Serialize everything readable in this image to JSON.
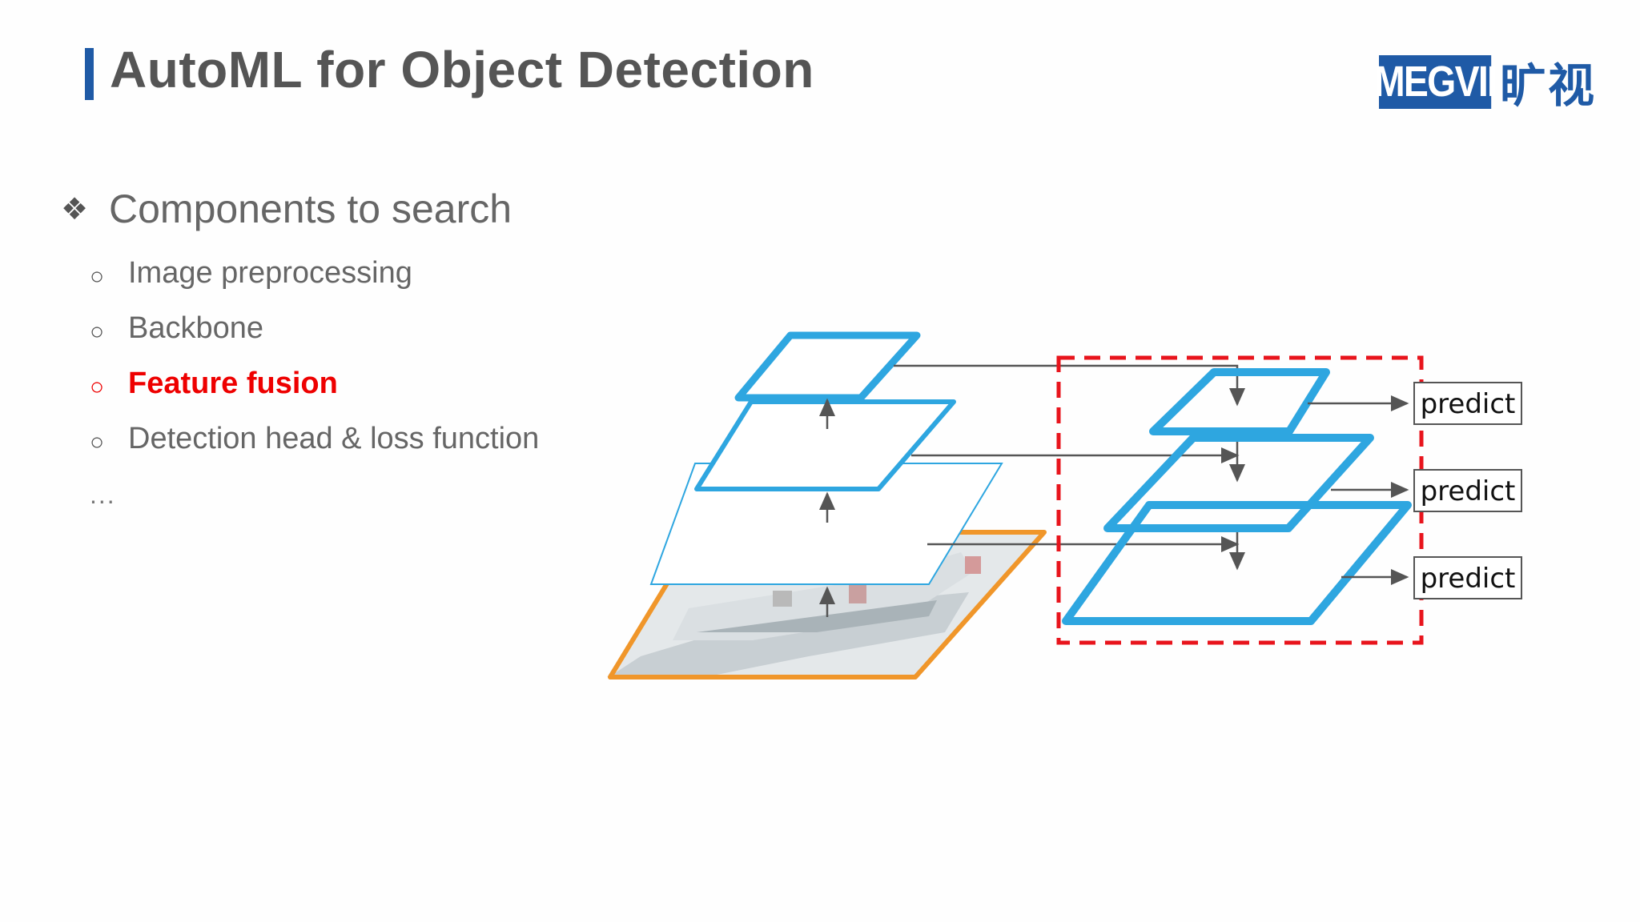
{
  "slide": {
    "title": "AutoML for Object Detection",
    "logo_text": "MEGVII",
    "logo_cn": "旷视"
  },
  "section": {
    "label": "Components to search",
    "icon": "diamond-bullet-icon"
  },
  "items": [
    {
      "label": "Image preprocessing",
      "highlight": false
    },
    {
      "label": "Backbone",
      "highlight": false
    },
    {
      "label": "Feature fusion",
      "highlight": true
    },
    {
      "label": "Detection head & loss function",
      "highlight": false
    }
  ],
  "ellipsis": "...",
  "diagram": {
    "predict_labels": [
      "predict",
      "predict",
      "predict"
    ]
  },
  "colors": {
    "accent": "#1f5aa6",
    "highlight": "#ee0000",
    "feature_map": "#2ea6e0",
    "input_frame": "#f0962a",
    "search_box": "#e8141c",
    "arrow": "#555555"
  }
}
